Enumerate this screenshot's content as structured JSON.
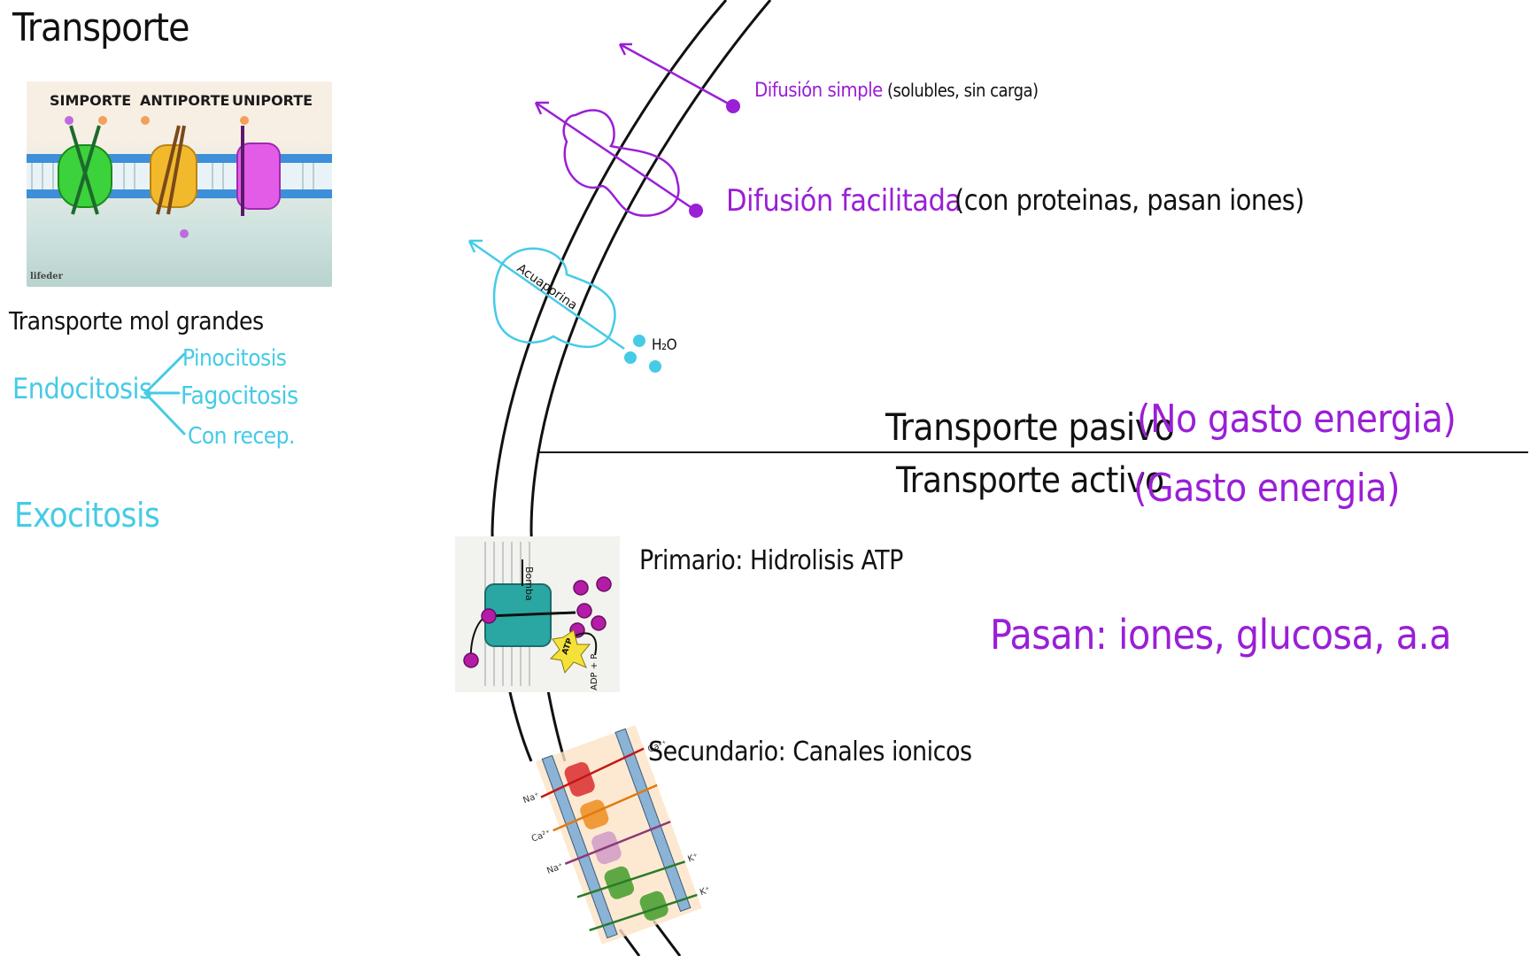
{
  "title": "Transporte",
  "transport_image": {
    "headers": [
      "SIMPORTE",
      "ANTIPORTE",
      "UNIPORTE"
    ],
    "brand": "lifeder"
  },
  "large_molecules": {
    "heading": "Transporte mol grandes",
    "endocytosis": "Endocitosis",
    "endocytosis_types": [
      "Pinocitosis",
      "Fagocitosis",
      "Con recep."
    ],
    "exocytosis": "Exocitosis"
  },
  "passive": {
    "simple_diffusion": "Difusión simple",
    "simple_diffusion_note": "(solubles, sin carga)",
    "facilitated_diffusion": "Difusión facilitada",
    "facilitated_diffusion_note": "(con proteinas, pasan iones)",
    "aquaporin": "Acuaporina",
    "water": "H₂O",
    "label": "Transporte pasivo",
    "note": "(No gasto energia)"
  },
  "active": {
    "label": "Transporte activo",
    "note": "(Gasto energia)",
    "primary": "Primario: Hidrolisis ATP",
    "pump_label": "Bomba",
    "atp": "ATP",
    "adp": "ADP + P",
    "passes": "Pasan: iones, glucosa, a.a",
    "secondary": "Secundario: Canales ionicos",
    "ion_labels": [
      "Na⁺",
      "Ca²⁺",
      "Ca²⁺",
      "Na⁺",
      "K⁺",
      "K⁺"
    ]
  },
  "colors": {
    "purple": "#9a1fd6",
    "cyan": "#45cbe6",
    "ink": "#111111"
  }
}
